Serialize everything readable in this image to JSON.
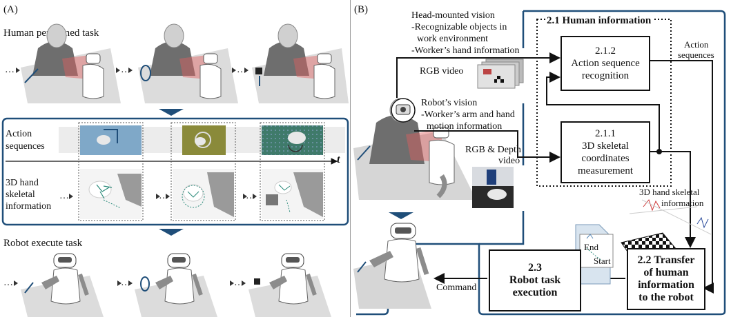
{
  "panel_a": {
    "label": "(A)",
    "human_task_title": "Human performed task",
    "action_sequences_label_1": "Action",
    "action_sequences_label_2": "sequences",
    "time_axis_label": "t",
    "skeletal_label_1": "3D hand",
    "skeletal_label_2": "skeletal",
    "skeletal_label_3": "information",
    "robot_task_title": "Robot execute task",
    "ellipsis": "…"
  },
  "panel_b": {
    "label": "(B)",
    "head_mounted_title": "Head-mounted vision",
    "head_mounted_item_1": "-Recognizable objects in",
    "head_mounted_item_1b": "work environment",
    "head_mounted_item_2": "-Worker’s hand information",
    "rgb_video_label": "RGB video",
    "robot_vision_title": "Robot’s vision",
    "robot_vision_item_1": "-Worker’s arm and hand",
    "robot_vision_item_1b": "motion information",
    "rgb_depth_label_1": "RGB & Depth",
    "rgb_depth_label_2": "video",
    "human_info_group": "2.1 Human information",
    "box_212_num": "2.1.2",
    "box_212_line1": "Action sequence",
    "box_212_line2": "recognition",
    "box_211_num": "2.1.1",
    "box_211_line1": "3D skeletal",
    "box_211_line2": "coordinates",
    "box_211_line3": "measurement",
    "action_sequences_out_1": "Action",
    "action_sequences_out_2": "sequences",
    "skeletal_out_1": "3D hand skeletal",
    "skeletal_out_2": "information",
    "end_label": "End",
    "start_label": "Start",
    "box_22_line1": "2.2 Transfer",
    "box_22_line2": "of human",
    "box_22_line3": "information",
    "box_22_line4": "to the robot",
    "box_23_line1": "2.3",
    "box_23_line2": "Robot task",
    "box_23_line3": "execution",
    "command_label": "Command"
  },
  "colors": {
    "frame_blue": "#1f4e79",
    "arrow_blue": "#1f4e79",
    "human_gray": "#6e6e6e",
    "head_gray": "#cfcfcf",
    "table_gray": "#d6d6d6",
    "robot_gray": "#8c8c8c",
    "vision_red": "#e05050",
    "skeleton_teal": "#2a8a7a",
    "thumb_blue": "#7fa8c8",
    "thumb_olive": "#8a8a3a",
    "thumb_green": "#3f7a6a"
  },
  "icons": [
    "human-worker-icon",
    "robot-icon",
    "head-camera-icon",
    "checkerboard-icon",
    "document-icon",
    "hand-gesture-icon"
  ]
}
